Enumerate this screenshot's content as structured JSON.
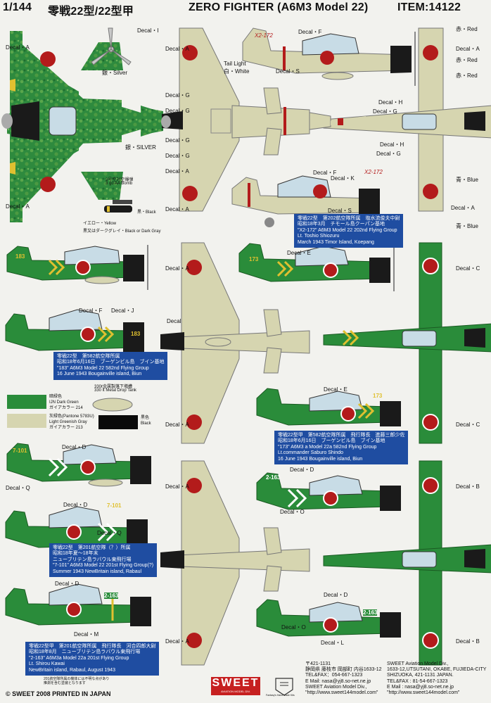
{
  "header": {
    "scale": "1/144",
    "title_jp": "零戦22型/22型甲",
    "title_en": "ZERO FIGHTER (A6M3 Model 22)",
    "item": "ITEM:14122"
  },
  "decals": {
    "a": "Decal・A",
    "b": "Decal・B",
    "c": "Decal・C",
    "d": "Decal・D",
    "e": "Decal・E",
    "f": "Decal・F",
    "g": "Decal・G",
    "h": "Decal・H",
    "i": "Decal・I",
    "j": "Decal・J",
    "k": "Decal・K",
    "l": "Decal・L",
    "m": "Decal・M",
    "o": "Decal・O",
    "q": "Decal・Q",
    "s": "Decal・S",
    "plain": "Decal"
  },
  "callouts": {
    "silver_jp": "銀・Silver",
    "silver_en": "銀・SILVER",
    "bomb_title": "3号空対空爆弾",
    "bomb_en": "3 go AA Bomb",
    "yellow": "イエロー・Yellow",
    "black": "黒・Black",
    "black_dkgray": "黒又はダークグレイ・Black or Dark Gray",
    "tail_light": "Tail Light",
    "white": "白・White",
    "red1": "赤・Red",
    "red2": "赤・Red",
    "red3": "赤・Red",
    "blue1": "青・Blue",
    "blue2": "青・Blue"
  },
  "codes": {
    "x2172": "X2-172",
    "c183": "183",
    "c173": "173",
    "c7101": "7-101",
    "c2163": "2-163"
  },
  "info_boxes": [
    [
      "零戦22型　第202航空隊所属　塩水流俊夫中尉",
      "昭和18年3月　チモール島クーパン基地",
      "Lt. Toshio Shiozuru",
      "\"X2-172\" A6M3 Model 22 202nd Flying Group",
      "Lt. Toshio Shiozuru",
      "March 1943 Timor Island, Koepang"
    ],
    [
      "零戦22型　第582航空隊所属",
      "昭和18年6月16日　ブーゲンビル島　ブイン基地",
      "\"183\" A6M3 Model 22 582nd Flying Group",
      "16 June 1943 Bougainville island, Biun"
    ],
    [
      "零戦22型甲　第582航空隊所属　飛行隊長　進藤三郎少佐",
      "昭和18年6月16日　ブーゲンビル島　ブイン基地",
      "\"173\" A6M3 a Model 22a 582nd Flying Group",
      "Lt.commander Saburo Shindo",
      "16 June 1943 Bougainville island, Biun"
    ],
    [
      "零戦22型　第201航空隊（？）所属",
      "昭和18年夏〜18年末",
      "ニューブリテン島ラバウル東飛行場",
      "\"7-101\" A6M3 Model 22 201st Flying Group(?)",
      "Summer 1943 NewBritain island, Rabaul"
    ],
    [
      "零戦22型甲　第201航空隊所属　飛行隊長　河合四郎大尉",
      "昭和18年8月　ニューブリテン島ラバウル東飛行場",
      "\"2-163\" A6M3a Model 22a 201st Flying Group",
      "Lt. Shirou Kawai",
      "NewBritain island, Rabaul, August 1943"
    ]
  ],
  "colors_legend": {
    "drop_tank_jp": "330ℓ金属製落下増槽",
    "drop_tank_en": "330 lt Metal Drop Tank",
    "dark_green_jp": "暗緑色",
    "dark_green_en": "IJN Dark Green",
    "dark_green_code": "ガイアカラー 214",
    "gray_jp": "灰緑色(Pantone 5783U)",
    "gray_en": "Light Greenish Gray",
    "gray_code": "ガイアカラー 213",
    "black_jp": "黒色",
    "black_en": "Black",
    "dark_green_hex": "#2a8c3a",
    "gray_hex": "#d6d5b0",
    "black_hex": "#0a0a0a"
  },
  "footer": {
    "copyright": "© SWEET 2008 PRINTED IN JAPAN",
    "note1": "201航空隊所属の機体には不明な点があり",
    "note2": "推測を含む塗装となります",
    "brand": "SWEET",
    "brand_sub": "AVIATION MODEL DIV.",
    "emblem_sub": "Fantasy's Hand Made Kits",
    "jp_addr1": "〒421-1131",
    "jp_addr2": "静岡県 藤枝市 岡部町 内谷1633-12",
    "jp_tel": "TEL&FAX：054-667-1323",
    "jp_mail": "E Mail: nasa@yj8.so-net.ne.jp",
    "jp_name": "SWEET Aviation Model Div.,",
    "jp_url": "\"http://www.sweet144model.com\"",
    "en1": "SWEET Aviation Model Div.,",
    "en2": "1633-12,UTSUTANI, OKABE, FUJIEDA-CITY",
    "en3": "SHIZUOKA, 421-1131 JAPAN.",
    "en4": "TEL&FAX : 81-54-667-1323",
    "en5": "E Mail : nasa@yj8.so-net.ne.jp",
    "en6": "\"http://www.sweet144model.com\""
  }
}
